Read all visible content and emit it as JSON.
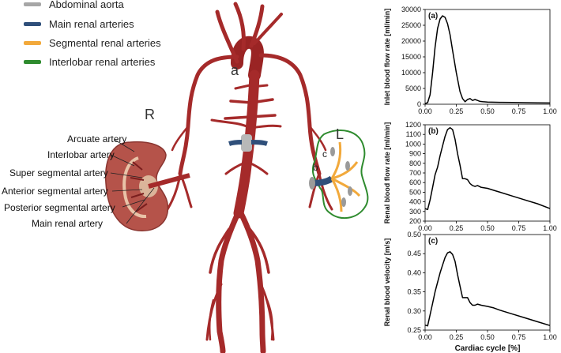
{
  "legend": [
    {
      "label": "Abdominal aorta",
      "color": "#a6a6a6"
    },
    {
      "label": "Main renal arteries",
      "color": "#2f4f7a"
    },
    {
      "label": "Segmental renal arteries",
      "color": "#f2a93b"
    },
    {
      "label": "Interlobar renal arteries",
      "color": "#2e8b2e"
    }
  ],
  "diagram": {
    "side_right": "R",
    "side_left": "L",
    "label_a": "a",
    "label_b": "b",
    "label_c": "c",
    "kidney_labels": [
      "Arcuate artery",
      "Interlobar artery",
      "Super segmental artery",
      "Anterior segmental artery",
      "Posterior segmental artery",
      "Main renal artery"
    ]
  },
  "colors": {
    "artery": "#a52a2a",
    "artery_dark": "#7a1e1e",
    "kidney": "#b5534a",
    "line": "#000000"
  },
  "chart_data": [
    {
      "type": "line",
      "panel": "(a)",
      "xlabel": "",
      "ylabel": "Inlet blood flow rate [ml/min]",
      "xlim": [
        0,
        1
      ],
      "ylim": [
        0,
        30000
      ],
      "xticks": [
        "0.00",
        "0.25",
        "0.50",
        "0.75",
        "1.00"
      ],
      "yticks": [
        "0",
        "5000",
        "10000",
        "15000",
        "20000",
        "25000",
        "30000"
      ],
      "x": [
        0,
        0.02,
        0.04,
        0.06,
        0.08,
        0.1,
        0.12,
        0.14,
        0.16,
        0.18,
        0.2,
        0.22,
        0.25,
        0.28,
        0.3,
        0.32,
        0.34,
        0.36,
        0.38,
        0.4,
        0.42,
        0.44,
        0.46,
        0.5,
        0.6,
        0.7,
        0.8,
        0.9,
        1.0
      ],
      "y": [
        200,
        500,
        3000,
        10000,
        18000,
        24000,
        27000,
        28000,
        27500,
        25500,
        22000,
        17000,
        10000,
        4000,
        1800,
        800,
        1500,
        1800,
        1200,
        1500,
        1200,
        900,
        800,
        700,
        600,
        550,
        500,
        450,
        400
      ]
    },
    {
      "type": "line",
      "panel": "(b)",
      "xlabel": "",
      "ylabel": "Renal blood flow rate [ml/min]",
      "xlim": [
        0,
        1
      ],
      "ylim": [
        200,
        1200
      ],
      "xticks": [
        "0.00",
        "0.25",
        "0.50",
        "0.75",
        "1.00"
      ],
      "yticks": [
        "200",
        "300",
        "400",
        "500",
        "600",
        "700",
        "800",
        "900",
        "1000",
        "1100",
        "1200"
      ],
      "x": [
        0,
        0.02,
        0.04,
        0.06,
        0.08,
        0.1,
        0.12,
        0.14,
        0.16,
        0.18,
        0.2,
        0.22,
        0.24,
        0.26,
        0.28,
        0.3,
        0.32,
        0.34,
        0.36,
        0.38,
        0.4,
        0.42,
        0.45,
        0.5,
        0.55,
        0.6,
        0.7,
        0.8,
        0.9,
        1.0
      ],
      "y": [
        330,
        320,
        420,
        550,
        680,
        760,
        880,
        980,
        1080,
        1150,
        1170,
        1150,
        1050,
        900,
        780,
        640,
        640,
        630,
        590,
        570,
        560,
        570,
        550,
        540,
        520,
        500,
        460,
        420,
        380,
        330
      ]
    },
    {
      "type": "line",
      "panel": "(c)",
      "xlabel": "Cardiac cycle [%]",
      "ylabel": "Renal blood velocity [m/s]",
      "xlim": [
        0,
        1
      ],
      "ylim": [
        0.25,
        0.5
      ],
      "xticks": [
        "0.00",
        "0.25",
        "0.50",
        "0.75",
        "1.00"
      ],
      "yticks": [
        "0.25",
        "0.30",
        "0.35",
        "0.40",
        "0.45",
        "0.50"
      ],
      "x": [
        0,
        0.02,
        0.04,
        0.06,
        0.08,
        0.1,
        0.12,
        0.14,
        0.16,
        0.18,
        0.2,
        0.22,
        0.24,
        0.26,
        0.28,
        0.3,
        0.32,
        0.34,
        0.36,
        0.38,
        0.4,
        0.42,
        0.45,
        0.5,
        0.55,
        0.6,
        0.7,
        0.8,
        0.9,
        1.0
      ],
      "y": [
        0.263,
        0.261,
        0.29,
        0.32,
        0.35,
        0.375,
        0.4,
        0.42,
        0.44,
        0.452,
        0.455,
        0.448,
        0.43,
        0.395,
        0.365,
        0.335,
        0.335,
        0.335,
        0.322,
        0.315,
        0.315,
        0.318,
        0.315,
        0.312,
        0.308,
        0.302,
        0.292,
        0.282,
        0.272,
        0.262
      ]
    }
  ]
}
